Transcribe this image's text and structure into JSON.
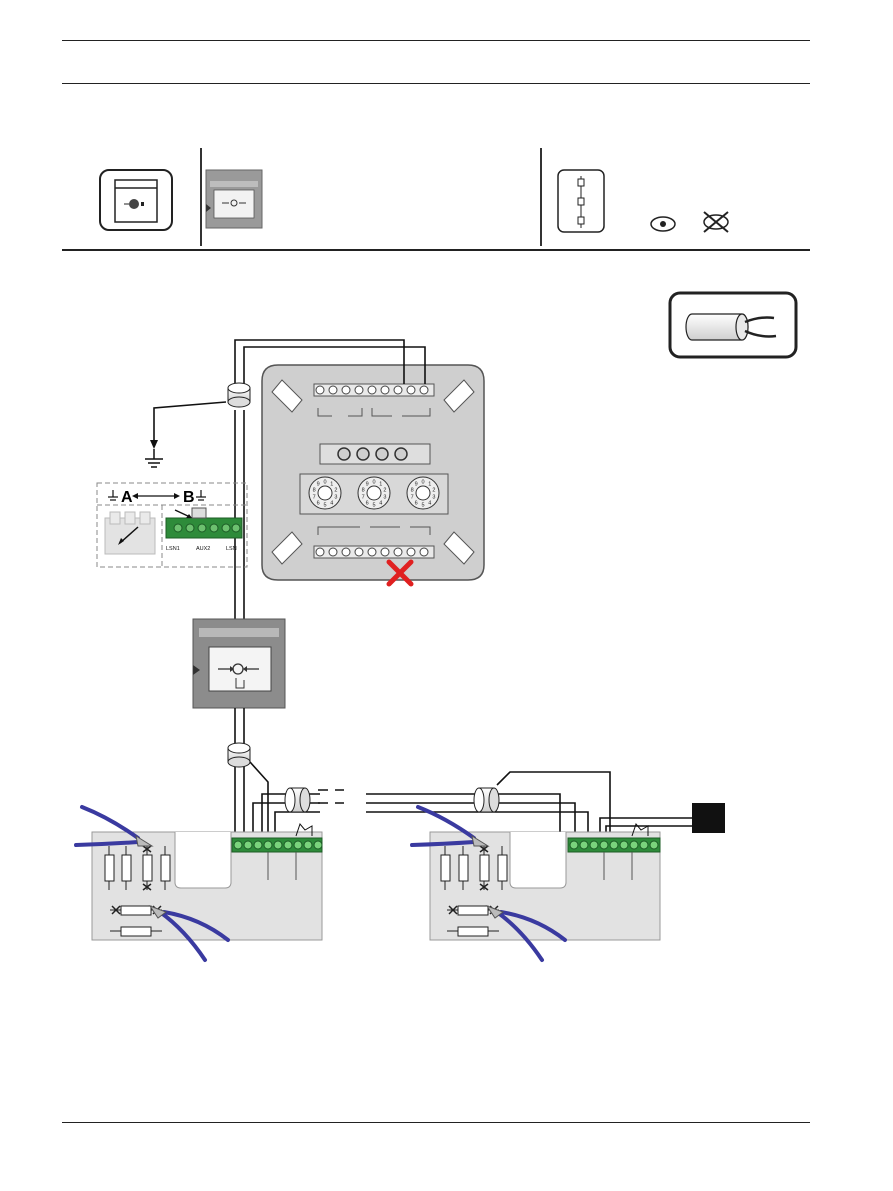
{
  "diagram": {
    "switch_panel": {
      "left_label": "A",
      "right_label": "B",
      "terminal_labels": [
        "LSN1",
        "AUX2",
        "LSN"
      ]
    },
    "cable_colors": {
      "wire": "#111111",
      "terminal_green": "#2e8b3a",
      "forbidden_mark": "#e02020",
      "cutter_handle": "#3a3aa0",
      "housing_gray": "#8c8c8c"
    },
    "rotary_switch_digits": [
      "0",
      "1",
      "2",
      "3",
      "4",
      "5",
      "6",
      "7",
      "8",
      "9"
    ]
  }
}
